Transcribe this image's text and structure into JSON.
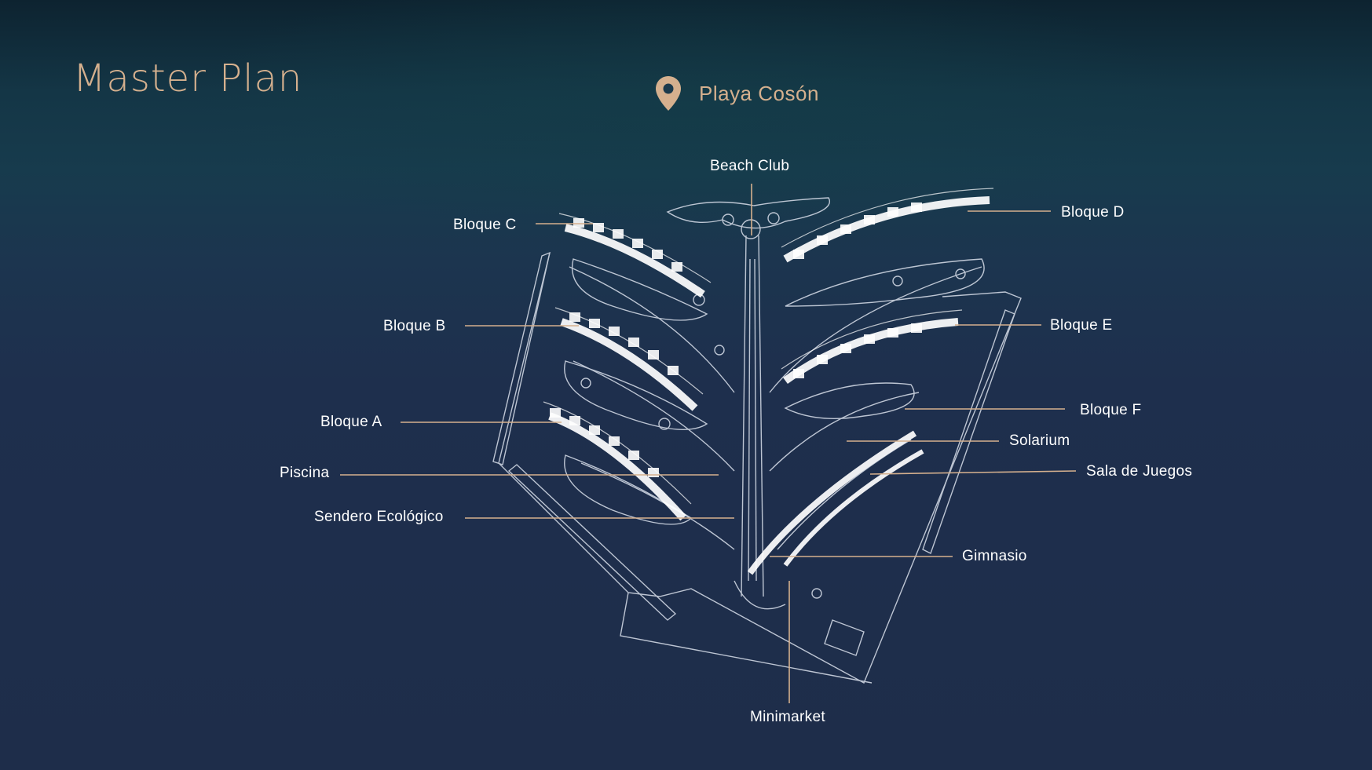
{
  "title": "Master Plan",
  "location": {
    "label": "Playa Cosón",
    "icon": "map-pin-icon"
  },
  "colors": {
    "accent": "#d5b08e",
    "background": "#1e2d4a",
    "plan_lines": "#cfd6e2"
  },
  "labels": {
    "beach_club": "Beach Club",
    "bloque_c": "Bloque C",
    "bloque_d": "Bloque D",
    "bloque_b": "Bloque B",
    "bloque_e": "Bloque E",
    "bloque_a": "Bloque A",
    "bloque_f": "Bloque F",
    "solarium": "Solarium",
    "piscina": "Piscina",
    "sala_de_juegos": "Sala de Juegos",
    "sendero_ecologico": "Sendero Ecológico",
    "gimnasio": "Gimnasio",
    "minimarket": "Minimarket"
  }
}
